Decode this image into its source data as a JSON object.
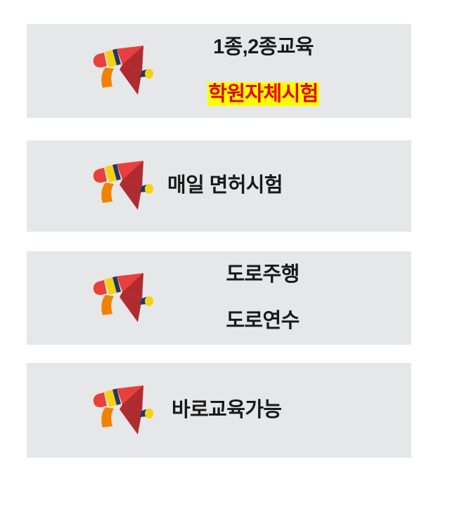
{
  "page": {
    "background_color": "#ffffff",
    "card_background_color": "#e6e7e8",
    "text_color": "#1a1a1a",
    "highlight_text_color": "#e60012",
    "highlight_background_color": "#ffff00"
  },
  "icon": {
    "name": "megaphone-icon",
    "colors": {
      "horn_dark_red": "#b02b30",
      "body_red": "#e8413d",
      "cap_red": "#e8413d",
      "band_yellow": "#f5d211",
      "band_navy": "#1f3864",
      "handle_orange": "#ef8200",
      "mouth_yellow": "#f5d211"
    }
  },
  "cards": [
    {
      "id": "card-1",
      "icon": "megaphone-icon",
      "lines": [
        {
          "text": "1종,2종교육",
          "highlight": false
        },
        {
          "text": "학원자체시험",
          "highlight": true
        }
      ]
    },
    {
      "id": "card-2",
      "icon": "megaphone-icon",
      "lines": [
        {
          "text": "매일 면허시험",
          "highlight": false
        }
      ]
    },
    {
      "id": "card-3",
      "icon": "megaphone-icon",
      "lines": [
        {
          "text": "도로주행",
          "highlight": false
        },
        {
          "text": "도로연수",
          "highlight": false
        }
      ]
    },
    {
      "id": "card-4",
      "icon": "megaphone-icon",
      "lines": [
        {
          "text": "바로교육가능",
          "highlight": false
        }
      ]
    }
  ]
}
